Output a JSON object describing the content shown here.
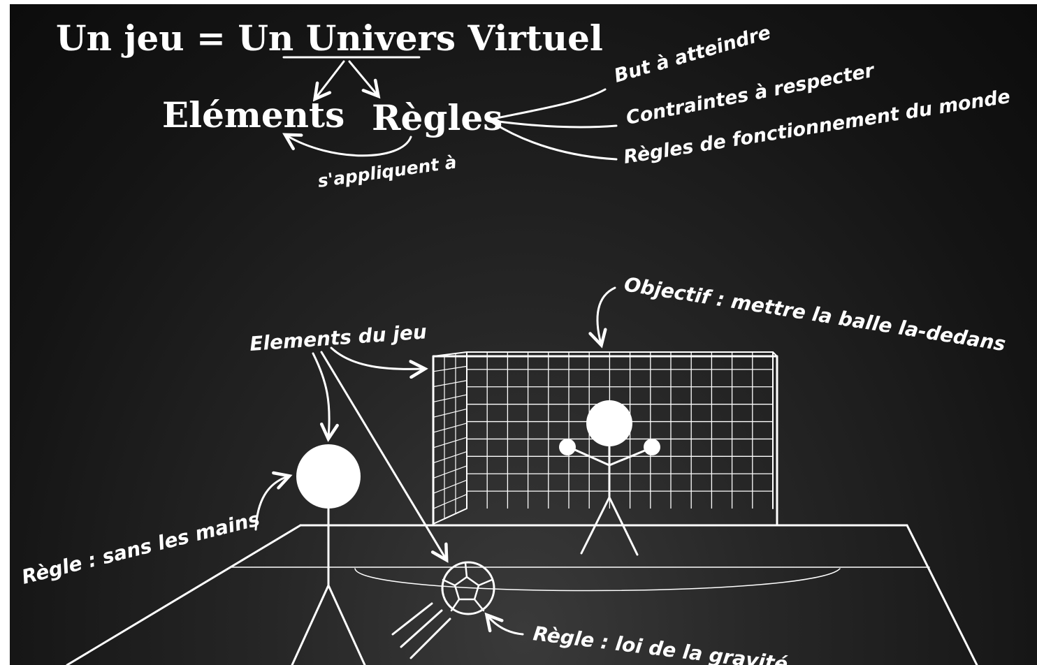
{
  "title": {
    "prefix": "Un jeu = Un ",
    "underlined": "Univers",
    "suffix": " Virtuel"
  },
  "concepts": {
    "elements": "Eléments",
    "regles": "Règles",
    "link": "s'appliquent à"
  },
  "rule_types": [
    "But à atteindre",
    "Contraintes à respecter",
    "Règles de fonctionnement du monde"
  ],
  "annotations": {
    "objective": "Objectif : mettre la balle la-dedans",
    "game_elements": "Elements du jeu",
    "rule_hands": "Règle : sans les mains",
    "rule_gravity": "Règle : loi de la gravité"
  },
  "colors": {
    "chalk": "#ffffff",
    "board": "#1a1a1a"
  }
}
